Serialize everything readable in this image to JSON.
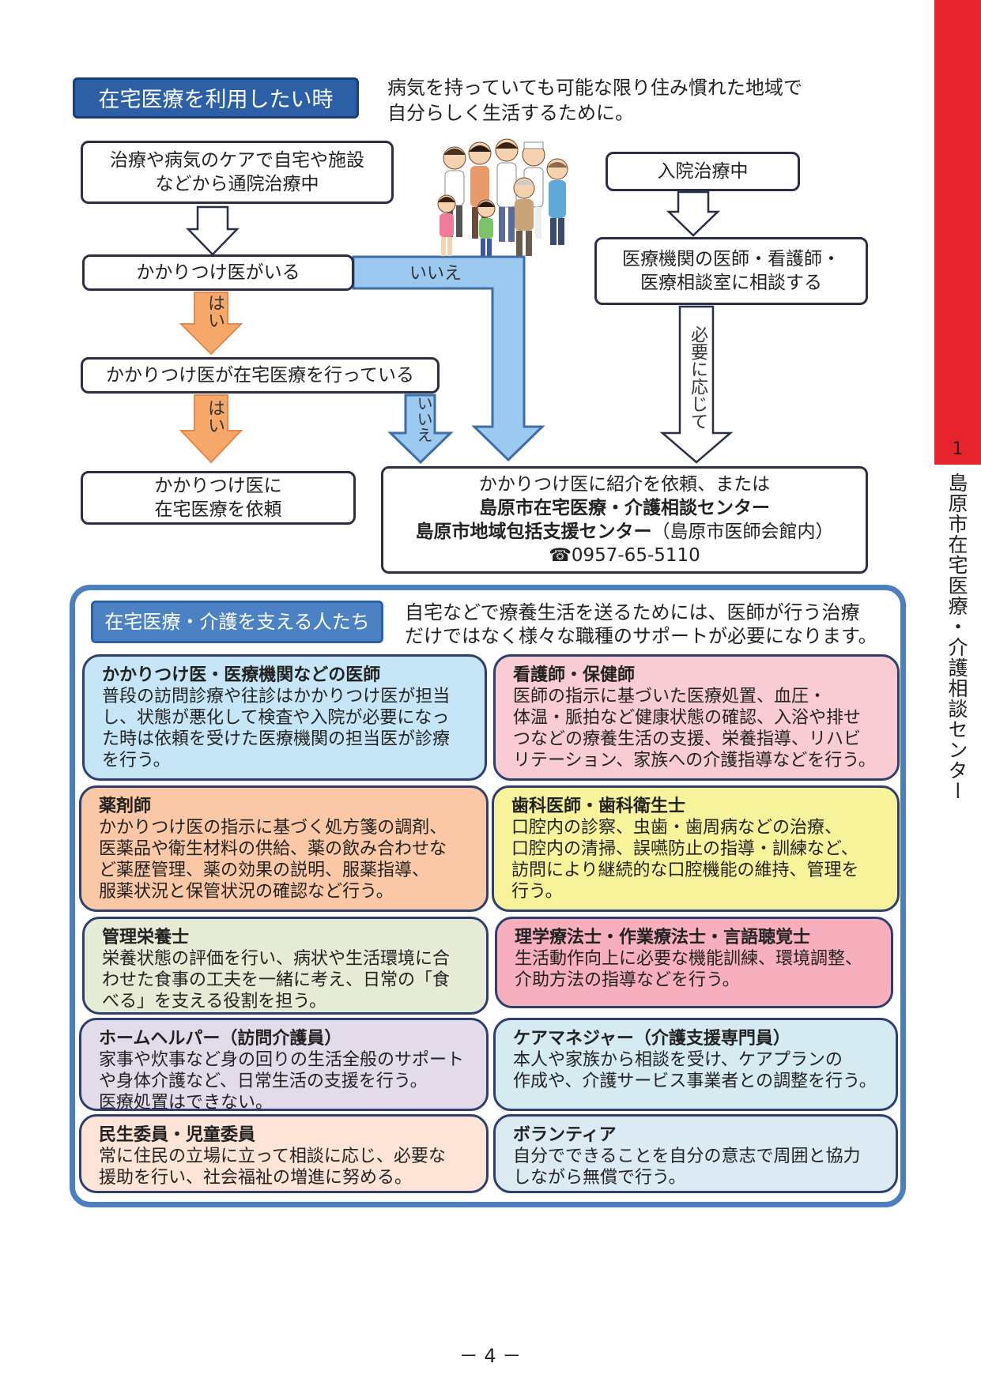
{
  "side_tab": {
    "number": "1",
    "text": "島原市在宅医療・介護相談センター",
    "color": "#e8252f"
  },
  "header": {
    "tag": "在宅医療を利用したい時",
    "desc_line1": "病気を持っていても可能な限り住み慣れた地域で",
    "desc_line2": "自分らしく生活するために。"
  },
  "flow": {
    "start_line1": "治療や病気のケアで自宅や施設",
    "start_line2": "などから通院治療中",
    "has_doctor": "かかりつけ医がいる",
    "yes1": "はい",
    "no1": "いいえ",
    "home_care": "かかりつけ医が在宅医療を行っている",
    "yes2": "はい",
    "no2": "いいえ",
    "request_line1": "かかりつけ医に",
    "request_line2": "在宅医療を依頼",
    "inpatient": "入院治療中",
    "consult_line1": "医療機関の医師・看護師・",
    "consult_line2": "医療相談室に相談する",
    "as_needed": "必要に応じて",
    "dest_line1": "かかりつけ医に紹介を依頼、または",
    "dest_line2": "島原市在宅医療・介護相談センター",
    "dest_line3_bold": "島原市地域包括支援センター",
    "dest_line3_rest": "（島原市医師会館内）",
    "dest_phone": "☎0957-65-5110"
  },
  "support": {
    "tag": "在宅医療・介護を支える人たち",
    "intro_line1": "自宅などで療養生活を送るためには、医師が行う治療",
    "intro_line2": "だけではなく様々な職種のサポートが必要になります。",
    "cards": [
      {
        "title": "かかりつけ医・医療機関などの医師",
        "lines": [
          "普段の訪問診療や往診はかかりつけ医が担当",
          "し、状態が悪化して検査や入院が必要になっ",
          "た時は依頼を受けた医療機関の担当医が診療",
          "を行う。"
        ],
        "color": "#c6e6f7"
      },
      {
        "title": "看護師・保健師",
        "lines": [
          "医師の指示に基づいた医療処置、血圧・",
          "体温・脈拍など健康状態の確認、入浴や排せ",
          "つなどの療養生活の支援、栄養指導、リハビ",
          "リテーション、家族への介護指導などを行う。"
        ],
        "color": "#f9ccd3"
      },
      {
        "title": "薬剤師",
        "lines": [
          "かかりつけ医の指示に基づく処方箋の調剤、",
          "医薬品や衛生材料の供給、薬の飲み合わせな",
          "ど薬歴管理、薬の効果の説明、服薬指導、",
          "服薬状況と保管状況の確認など行う。"
        ],
        "color": "#fbc8a7"
      },
      {
        "title": "歯科医師・歯科衛生士",
        "lines": [
          "口腔内の診察、虫歯・歯周病などの治療、",
          "口腔内の清掃、誤嚥防止の指導・訓練など、",
          "訪問により継続的な口腔機能の維持、管理を",
          "行う。"
        ],
        "color": "#f7f39a"
      },
      {
        "title": "管理栄養士",
        "lines": [
          "栄養状態の評価を行い、病状や生活環境に合",
          "わせた食事の工夫を一緒に考え、日常の「食",
          "べる」を支える役割を担う。"
        ],
        "color": "#e6ebd5"
      },
      {
        "title": "理学療法士・作業療法士・言語聴覚士",
        "lines": [
          "生活動作向上に必要な機能訓練、環境調整、",
          "介助方法の指導などを行う。"
        ],
        "color": "#f7aebd"
      },
      {
        "title": "ホームヘルパー（訪問介護員）",
        "lines": [
          "家事や炊事など身の回りの生活全般のサポート",
          "や身体介護など、日常生活の支援を行う。",
          "医療処置はできない。"
        ],
        "color": "#e3dbea"
      },
      {
        "title": "ケアマネジャー（介護支援専門員）",
        "lines": [
          "本人や家族から相談を受け、ケアプランの",
          "作成や、介護サービス事業者との調整を行う。"
        ],
        "color": "#d6eaf2"
      },
      {
        "title": "民生委員・児童委員",
        "lines": [
          "常に住民の立場に立って相談に応じ、必要な",
          "援助を行い、社会福祉の増進に努める。"
        ],
        "color": "#fde4d6"
      },
      {
        "title": "ボランティア",
        "lines": [
          "自分でできることを自分の意志で周囲と協力",
          "しながら無償で行う。"
        ],
        "color": "#dbeaf3"
      }
    ]
  },
  "page_number": "－ 4 －"
}
